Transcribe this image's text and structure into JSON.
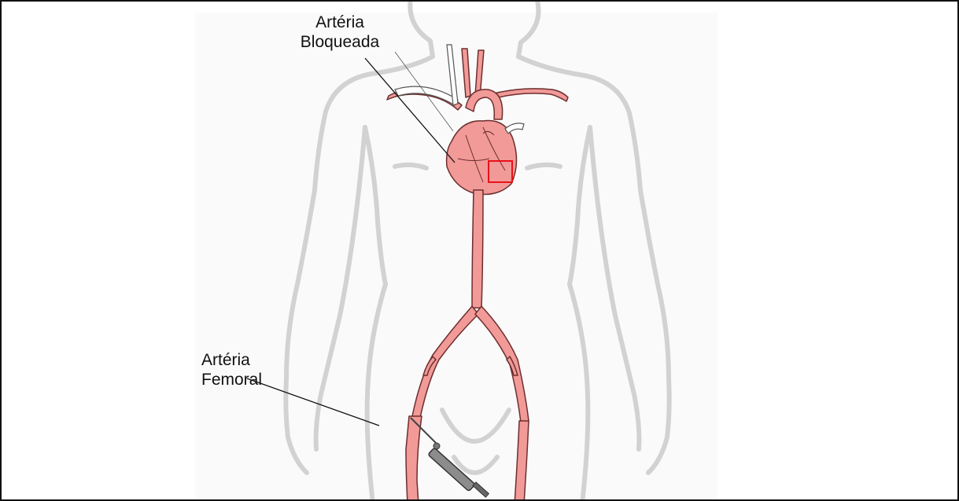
{
  "labels": {
    "blocked_artery": {
      "line1": "Artéria",
      "line2": "Bloqueada"
    },
    "femoral_artery": {
      "line1": "Artéria",
      "line2": "Femoral"
    }
  },
  "colors": {
    "artery_fill": "#f19a98",
    "artery_stroke": "#6e2e2e",
    "body_outline": "#d2d2d2",
    "highlight_box": "#e8121a",
    "label_text": "#111111"
  }
}
